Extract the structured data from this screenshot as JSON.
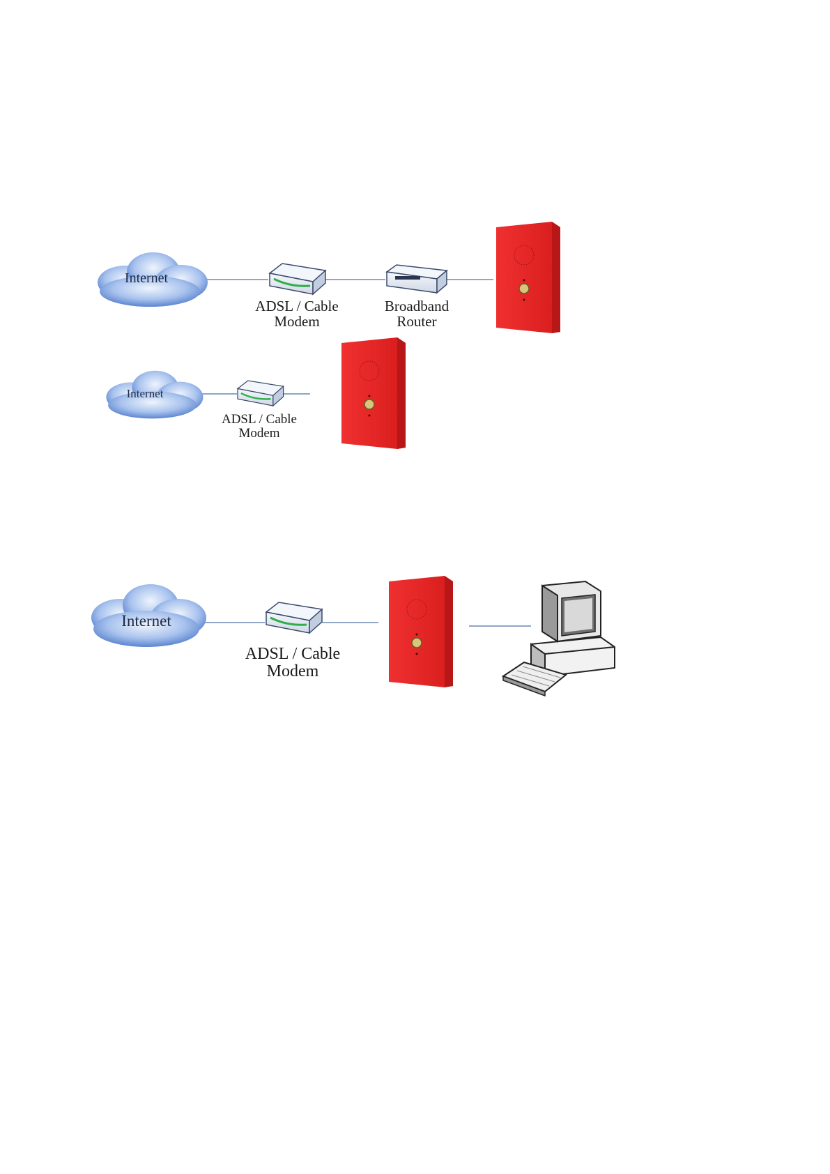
{
  "colors": {
    "cloud": "#6f96d8",
    "cloud_light": "#c7d9f5",
    "line": "#8fa6c6",
    "intercom_red": "#e02525",
    "intercom_dark": "#b51a1a",
    "device_body": "#e9eef7"
  },
  "diagrams": [
    {
      "cloud_label": "Internet",
      "modem_label_line1": "ADSL / Cable",
      "modem_label_line2": "Modem",
      "router_label_line1": "Broadband",
      "router_label_line2": "Router"
    },
    {
      "cloud_label": "Internet",
      "modem_label_line1": "ADSL / Cable",
      "modem_label_line2": "Modem"
    },
    {
      "cloud_label": "Internet",
      "modem_label_line1": "ADSL / Cable",
      "modem_label_line2": "Modem"
    }
  ],
  "icons": {
    "cloud": "cloud-icon",
    "modem": "modem-icon",
    "router": "router-icon",
    "intercom": "intercom-icon",
    "computer": "computer-icon"
  }
}
